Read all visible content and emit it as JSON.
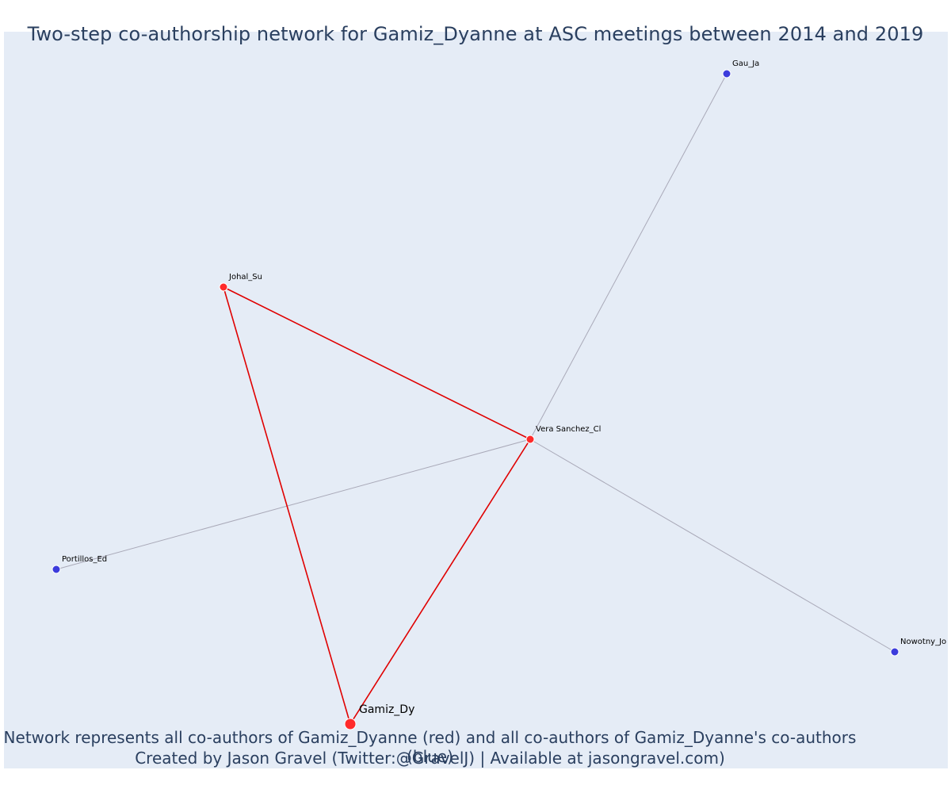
{
  "title": "Two-step co-authorship network for Gamiz_Dyanne at ASC meetings between 2014 and 2019",
  "caption": {
    "line1": "Network represents all co-authors of Gamiz_Dyanne (red) and all co-authors of Gamiz_Dyanne's co-authors (blue)",
    "line2": "Created by Jason Gravel (Twitter:@GravelJ) | Available at jasongravel.com)"
  },
  "colors": {
    "plot_background": "#e5ecf6",
    "first_step": "#ff2a2a",
    "second_step": "#3c3cdc",
    "first_step_edge": "#e00000",
    "second_step_edge": "#a9a9b8"
  },
  "nodes": [
    {
      "id": "Gamiz_Dy",
      "label": "Gamiz_Dy",
      "group": "ego"
    },
    {
      "id": "Johal_Su",
      "label": "Johal_Su",
      "group": "co-author"
    },
    {
      "id": "Vera Sanchez_Cl",
      "label": "Vera Sanchez_Cl",
      "group": "co-author"
    },
    {
      "id": "Gau_Ja",
      "label": "Gau_Ja",
      "group": "second-step"
    },
    {
      "id": "Portillos_Ed",
      "label": "Portillos_Ed",
      "group": "second-step"
    },
    {
      "id": "Nowotny_Jo",
      "label": "Nowotny_Jo",
      "group": "second-step"
    }
  ],
  "edges": [
    {
      "source": "Gamiz_Dy",
      "target": "Johal_Su",
      "type": "first"
    },
    {
      "source": "Gamiz_Dy",
      "target": "Vera Sanchez_Cl",
      "type": "first"
    },
    {
      "source": "Johal_Su",
      "target": "Vera Sanchez_Cl",
      "type": "first"
    },
    {
      "source": "Vera Sanchez_Cl",
      "target": "Gau_Ja",
      "type": "second"
    },
    {
      "source": "Vera Sanchez_Cl",
      "target": "Portillos_Ed",
      "type": "second"
    },
    {
      "source": "Vera Sanchez_Cl",
      "target": "Nowotny_Jo",
      "type": "second"
    }
  ]
}
